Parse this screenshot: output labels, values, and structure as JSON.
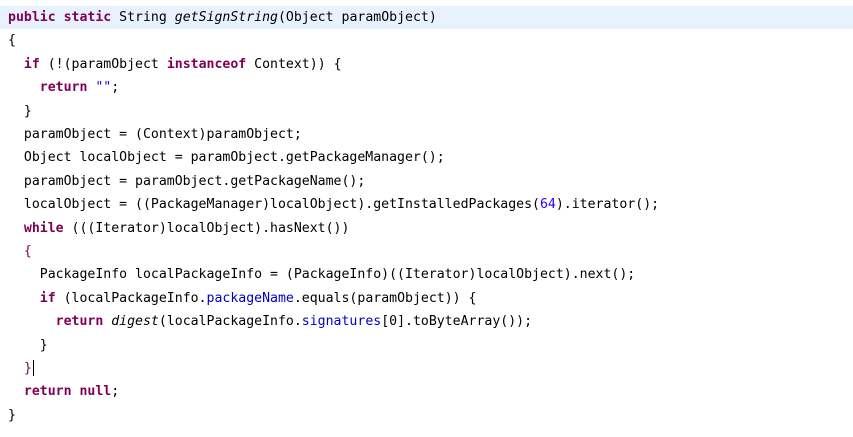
{
  "editor": {
    "lines": [
      {
        "indent": "",
        "tokens": [
          {
            "t": "public",
            "c": "kw"
          },
          {
            "t": " "
          },
          {
            "t": "static",
            "c": "kw"
          },
          {
            "t": " String "
          },
          {
            "t": "getSignString",
            "c": "italic"
          },
          {
            "t": "(Object paramObject)"
          }
        ]
      },
      {
        "indent": "",
        "tokens": [
          {
            "t": "{"
          }
        ]
      },
      {
        "indent": "  ",
        "tokens": [
          {
            "t": "if",
            "c": "kw"
          },
          {
            "t": " (!(paramObject "
          },
          {
            "t": "instanceof",
            "c": "kw"
          },
          {
            "t": " Context)) {"
          }
        ]
      },
      {
        "indent": "    ",
        "tokens": [
          {
            "t": "return",
            "c": "kw"
          },
          {
            "t": " "
          },
          {
            "t": "\"\"",
            "c": "str"
          },
          {
            "t": ";"
          }
        ]
      },
      {
        "indent": "  ",
        "tokens": [
          {
            "t": "}"
          }
        ]
      },
      {
        "indent": "  ",
        "tokens": [
          {
            "t": "paramObject = (Context)paramObject;"
          }
        ]
      },
      {
        "indent": "  ",
        "tokens": [
          {
            "t": "Object localObject = paramObject.getPackageManager();"
          }
        ]
      },
      {
        "indent": "  ",
        "tokens": [
          {
            "t": "paramObject = paramObject.getPackageName();"
          }
        ]
      },
      {
        "indent": "  ",
        "tokens": [
          {
            "t": "localObject = ((PackageManager)localObject).getInstalledPackages("
          },
          {
            "t": "64",
            "c": "num"
          },
          {
            "t": ").iterator();"
          }
        ]
      },
      {
        "indent": "  ",
        "tokens": [
          {
            "t": "while",
            "c": "kw"
          },
          {
            "t": " (((Iterator)localObject).hasNext())"
          }
        ]
      },
      {
        "indent": "  ",
        "tokens": [
          {
            "t": "{",
            "c": "bracket-match"
          }
        ]
      },
      {
        "indent": "    ",
        "tokens": [
          {
            "t": "PackageInfo localPackageInfo = (PackageInfo)((Iterator)localObject).next();"
          }
        ]
      },
      {
        "indent": "    ",
        "tokens": [
          {
            "t": "if",
            "c": "kw"
          },
          {
            "t": " (localPackageInfo."
          },
          {
            "t": "packageName",
            "c": "field"
          },
          {
            "t": ".equals(paramObject)) {"
          }
        ]
      },
      {
        "indent": "      ",
        "tokens": [
          {
            "t": "return",
            "c": "kw"
          },
          {
            "t": " "
          },
          {
            "t": "digest",
            "c": "italic"
          },
          {
            "t": "(localPackageInfo."
          },
          {
            "t": "signatures",
            "c": "field"
          },
          {
            "t": "[0].toByteArray());"
          }
        ]
      },
      {
        "indent": "    ",
        "tokens": [
          {
            "t": "}"
          }
        ]
      },
      {
        "indent": "  ",
        "tokens": [
          {
            "t": "}",
            "c": "bracket-match"
          }
        ],
        "caret": true
      },
      {
        "indent": "  ",
        "tokens": [
          {
            "t": "return",
            "c": "kw"
          },
          {
            "t": " "
          },
          {
            "t": "null",
            "c": "kw"
          },
          {
            "t": ";"
          }
        ]
      },
      {
        "indent": "",
        "tokens": [
          {
            "t": "}"
          }
        ]
      }
    ],
    "colors": {
      "keyword": "#7f0055",
      "string": "#2a00ff",
      "field": "#0000c0",
      "current_line": "#e8f2fe",
      "background": "#ffffff"
    }
  }
}
